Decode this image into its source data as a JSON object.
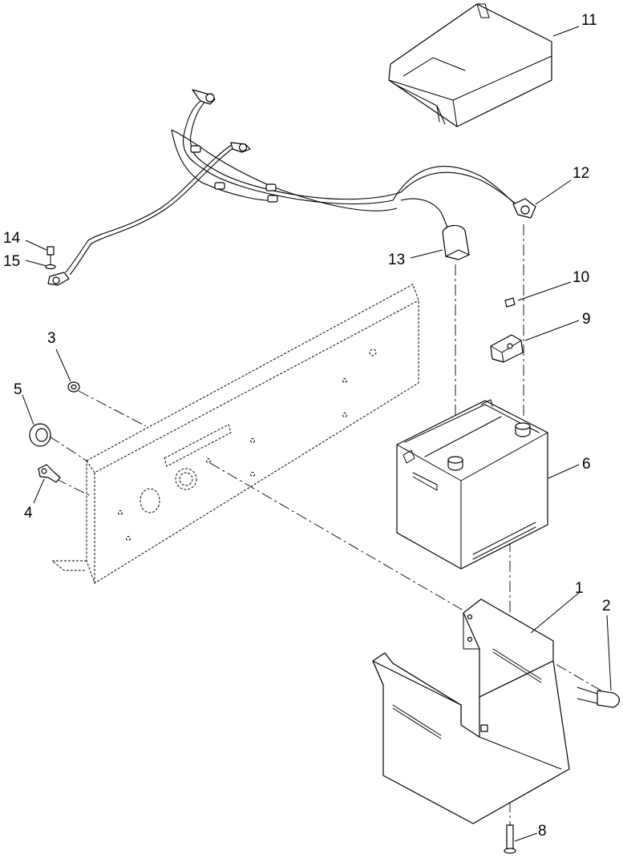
{
  "callouts": [
    {
      "id": "1",
      "label": "1"
    },
    {
      "id": "2",
      "label": "2"
    },
    {
      "id": "3",
      "label": "3"
    },
    {
      "id": "4",
      "label": "4"
    },
    {
      "id": "5",
      "label": "5"
    },
    {
      "id": "6",
      "label": "6"
    },
    {
      "id": "8",
      "label": "8"
    },
    {
      "id": "9",
      "label": "9"
    },
    {
      "id": "10",
      "label": "10"
    },
    {
      "id": "11",
      "label": "11"
    },
    {
      "id": "12",
      "label": "12"
    },
    {
      "id": "13",
      "label": "13"
    },
    {
      "id": "14",
      "label": "14"
    },
    {
      "id": "15",
      "label": "15"
    }
  ]
}
